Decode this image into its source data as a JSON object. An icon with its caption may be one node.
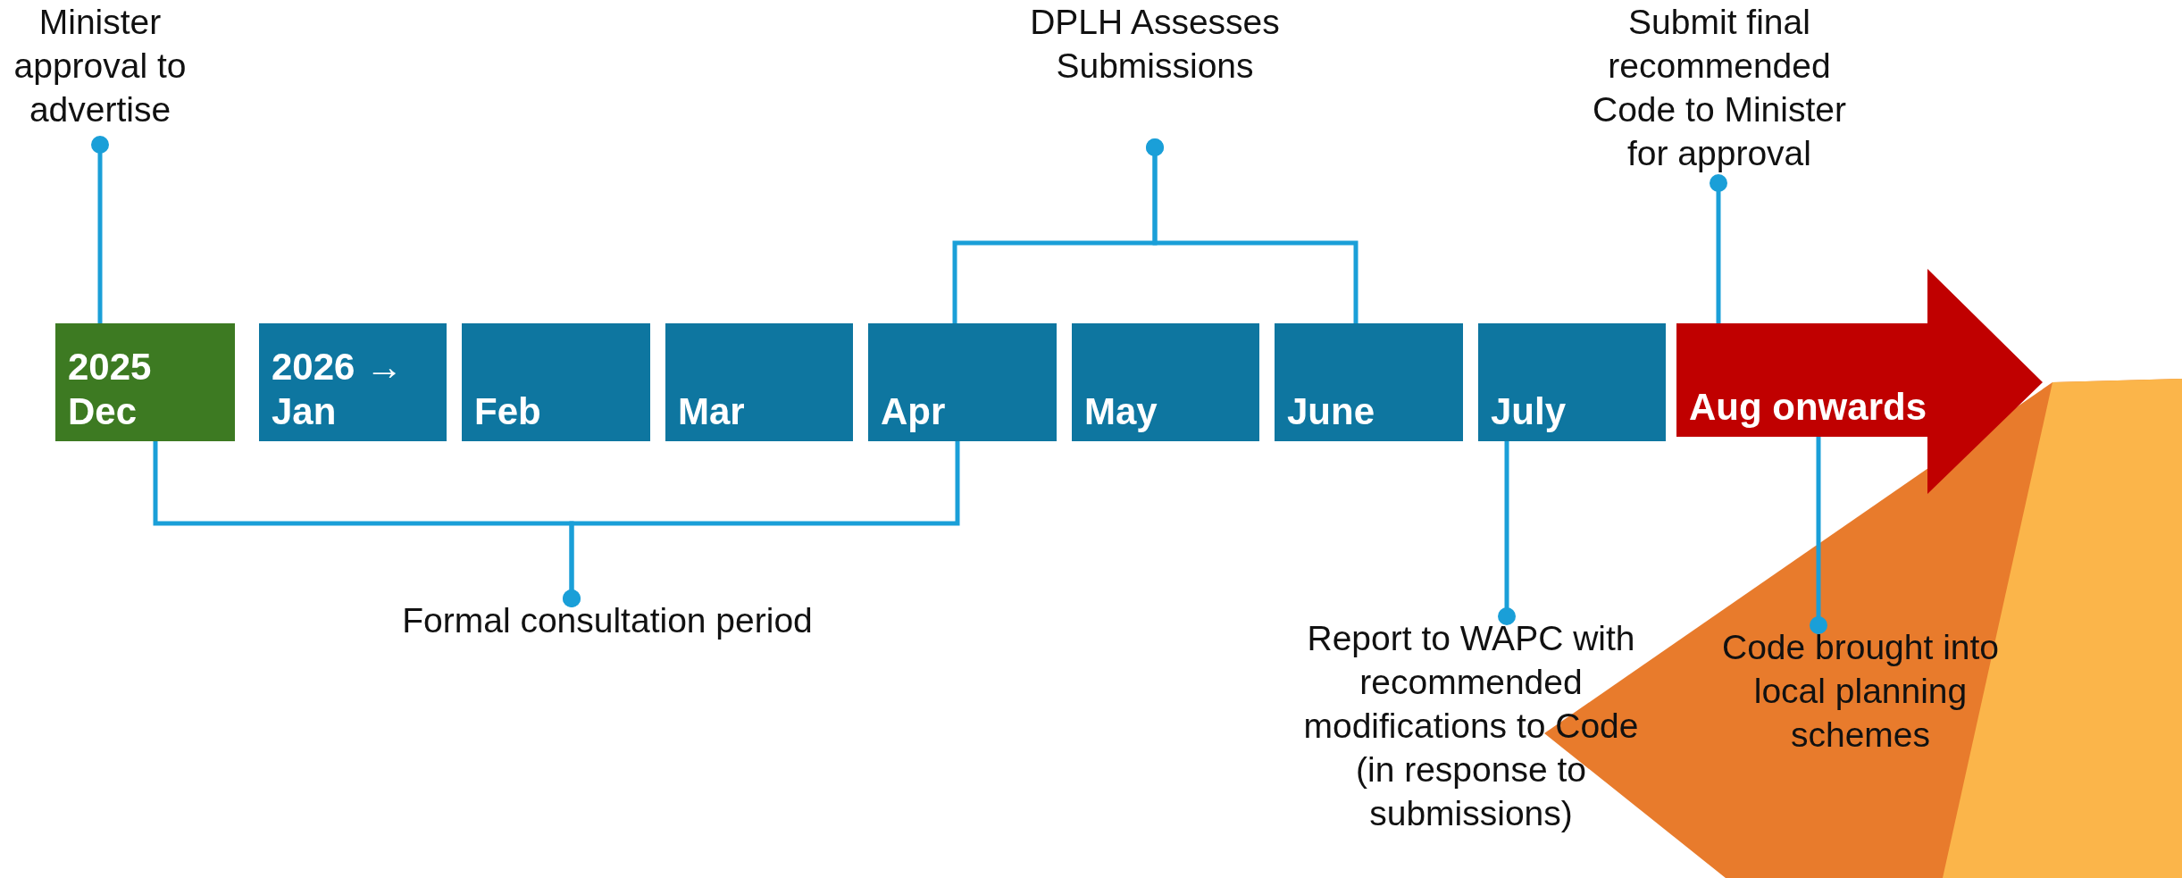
{
  "diagram": {
    "nodes": [
      {
        "text": [
          "Minister approval to advertise"
        ]
      },
      {
        "text": [
          "DPLH Assesses Submissions"
        ]
      },
      {
        "text": [
          "Submit final recommended Code to Minister for approval"
        ]
      },
      {
        "text": [
          "2025",
          "Dec"
        ]
      },
      {
        "text": [
          "2026 →",
          "Jan"
        ]
      },
      {
        "text": [
          "Feb"
        ]
      },
      {
        "text": [
          "Mar"
        ]
      },
      {
        "text": [
          "Apr"
        ]
      },
      {
        "text": [
          "May"
        ]
      },
      {
        "text": [
          "June"
        ]
      },
      {
        "text": [
          "July"
        ]
      },
      {
        "text": [
          "Aug onwards"
        ]
      },
      {
        "text": [
          "Formal consultation period"
        ]
      },
      {
        "text": [
          "Report to WAPC with recommended modifications to Code (in response to submissions)"
        ]
      },
      {
        "text": [
          "Code brought into local planning schemes"
        ]
      }
    ],
    "edges": [
      {
        "from": 0,
        "to": 3,
        "arrow": "other"
      },
      {
        "from": 1,
        "to": 7,
        "arrow": "other"
      },
      {
        "from": 1,
        "to": 9,
        "arrow": "other"
      },
      {
        "from": 2,
        "to": 11,
        "arrow": "other"
      },
      {
        "from": 12,
        "to": 3,
        "arrow": "other"
      },
      {
        "from": 12,
        "to": 7,
        "arrow": "other"
      },
      {
        "from": 13,
        "to": 10,
        "arrow": "other"
      },
      {
        "from": 14,
        "to": 11,
        "arrow": "other"
      }
    ]
  }
}
